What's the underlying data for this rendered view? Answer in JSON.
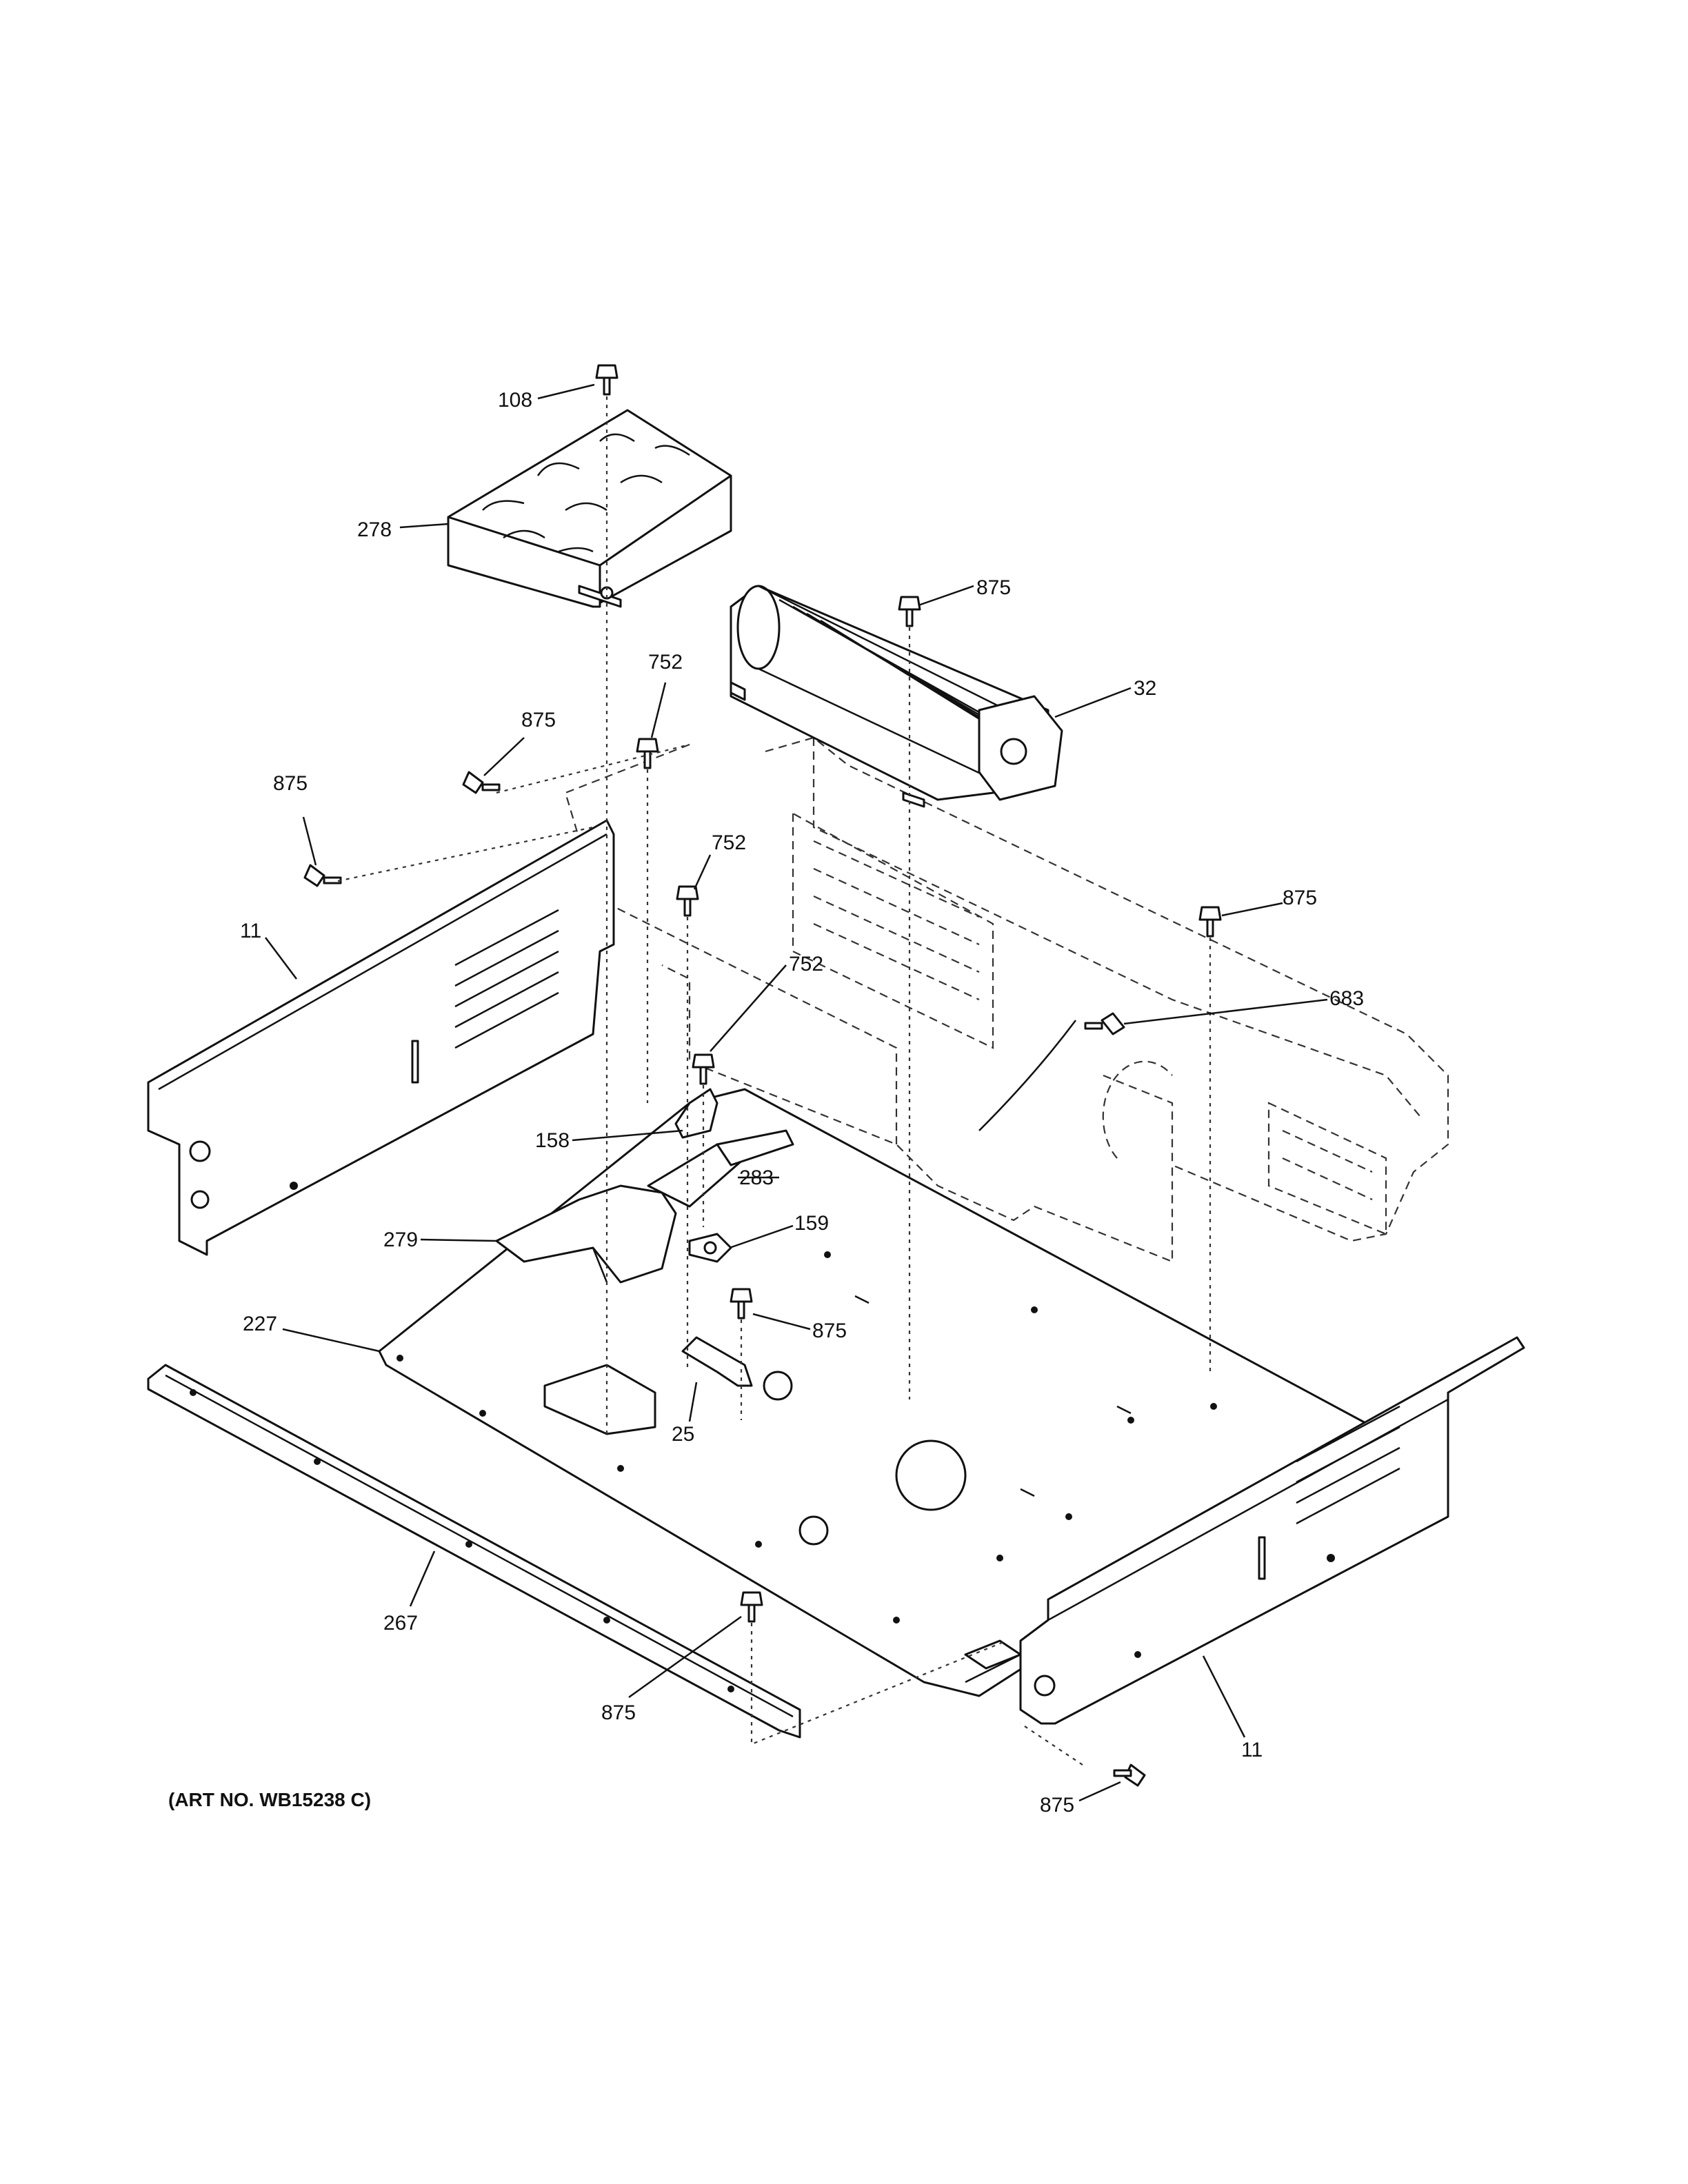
{
  "callouts": {
    "c108": "108",
    "c278": "278",
    "c875_fan": "875",
    "c752_a": "752",
    "c32": "32",
    "c875_b": "875",
    "c875_c": "875",
    "c752_b": "752",
    "c11_left": "11",
    "c875_right": "875",
    "c683": "683",
    "c752_c": "752",
    "c158": "158",
    "c283": "283",
    "c279": "279",
    "c159": "159",
    "c875_d": "875",
    "c227": "227",
    "c25": "25",
    "c267": "267",
    "c875_e": "875",
    "c11_right": "11",
    "c875_f": "875"
  },
  "art_number": "(ART NO. WB15238 C)"
}
